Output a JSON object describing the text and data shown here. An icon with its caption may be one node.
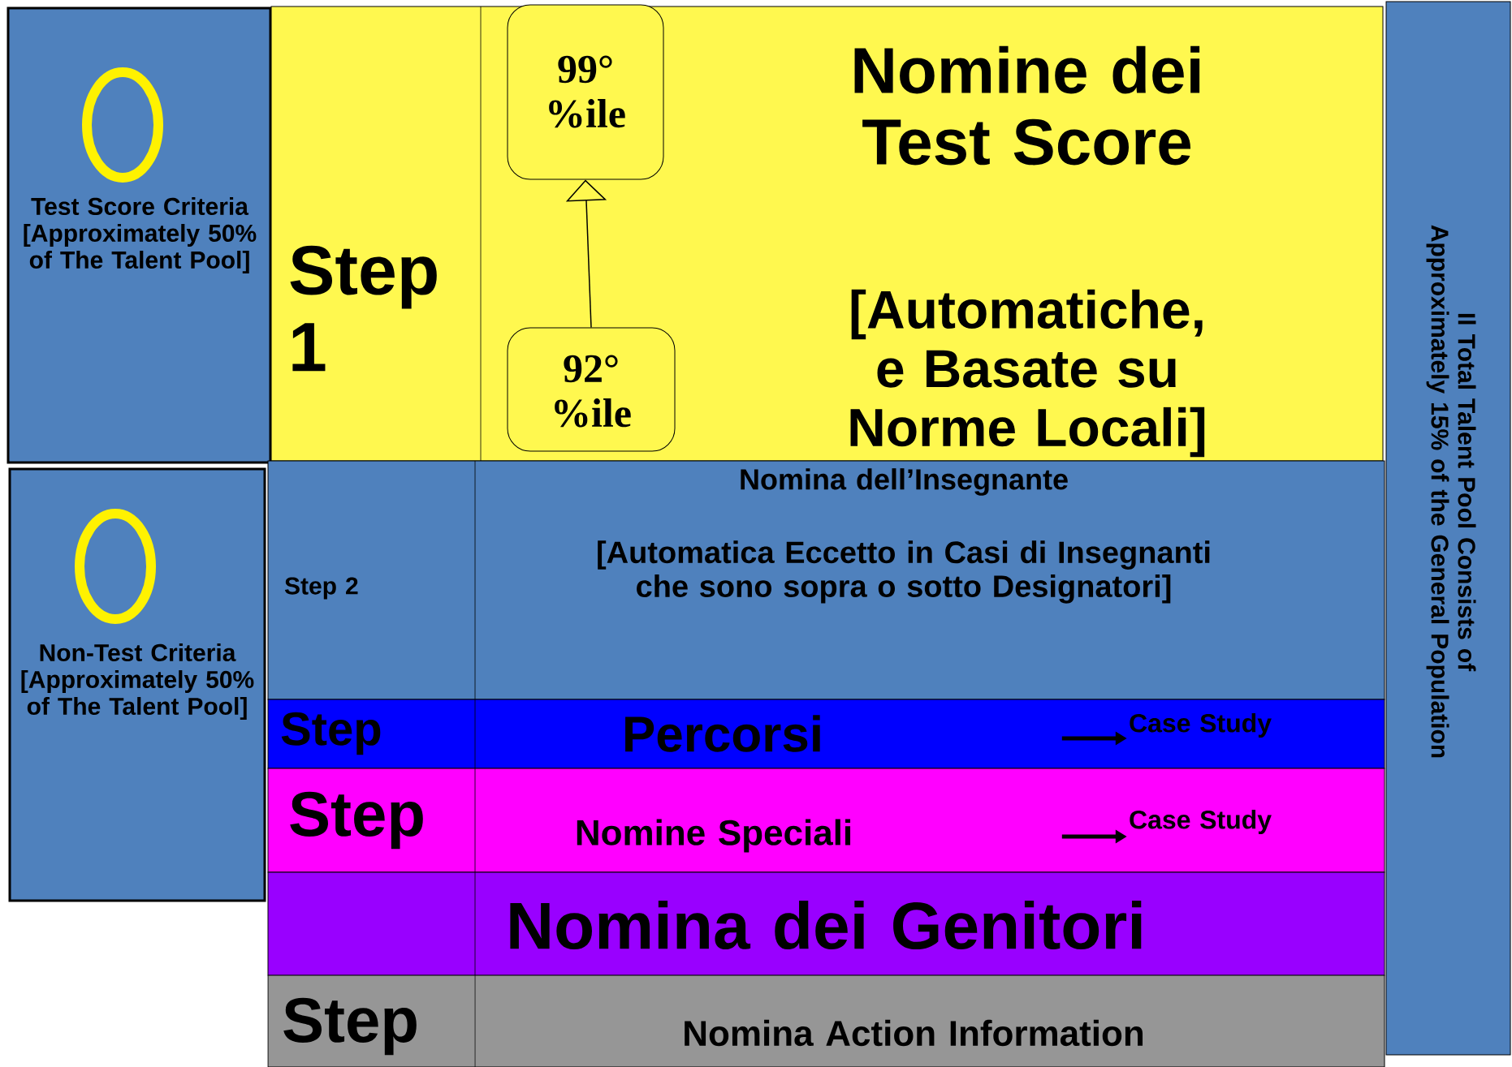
{
  "diagram": {
    "nodes": [
      {
        "text": [
          "Test Score Criteria [Approximately 50% of The Talent Pool]"
        ]
      },
      {
        "text": [
          "Step 1",
          "Nomine dei Test Score",
          "[Automatiche, e Basate su Norme Locali]"
        ]
      },
      {
        "text": [
          "99° %ile"
        ],
        "in": 1
      },
      {
        "text": [
          "92° %ile"
        ],
        "in": 1
      },
      {
        "text": [
          "Non-Test Criteria [Approximately 50% of The Talent Pool]"
        ]
      },
      {
        "text": [
          "Step 2",
          "Nomina dell’Insegnante",
          "[Automatica Eccetto in Casi di Insegnanti che sono sopra o sotto Designatori]"
        ]
      },
      {
        "text": [
          "Step",
          "Percorsi"
        ]
      },
      {
        "text": [
          "Case Study"
        ],
        "in": 6
      },
      {
        "text": [
          "Step",
          "Nomine Speciali"
        ]
      },
      {
        "text": [
          "Case Study"
        ],
        "in": 8
      },
      {
        "text": [
          "Nomina dei Genitori"
        ]
      },
      {
        "text": [
          "Step",
          "Nomina Action Information"
        ]
      },
      {
        "text": [
          "Il Total Talent Pool Consists of Approximately 15% of the General Population"
        ]
      }
    ],
    "edges": [
      {
        "from": 3,
        "to": 2,
        "arrow": "to"
      },
      {
        "from": null,
        "to": 7,
        "arrow": "to"
      },
      {
        "from": null,
        "to": 9,
        "arrow": "to"
      }
    ]
  }
}
